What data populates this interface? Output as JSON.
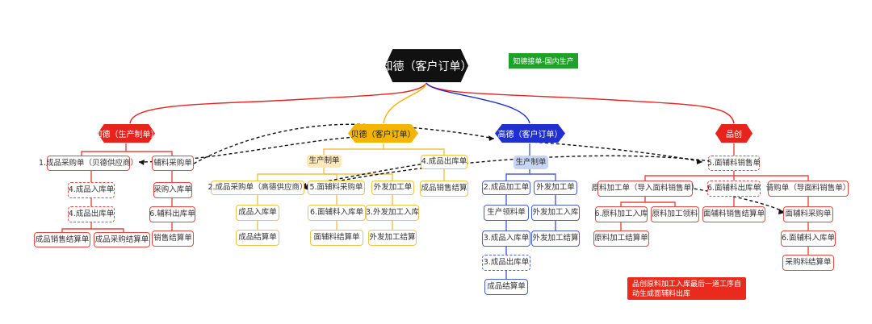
{
  "root": {
    "label": "知德（客户订单）"
  },
  "tag": {
    "label": "知德接单-国内生产"
  },
  "note": {
    "label": "品创原料加工入库最后一道工序自动生成面辅料出库"
  },
  "branches": {
    "a": {
      "label": "知德（生产制单）"
    },
    "b": {
      "label": "贝德（客户订单）"
    },
    "c": {
      "label": "高德（客户订单）"
    },
    "d": {
      "label": "品创"
    }
  },
  "nodes": {
    "a1": "1.成品采购单（贝德供应商）",
    "a2": "辅料采购单",
    "a3": "4.成品入库单",
    "a4": "4.成品出库单",
    "a5": "成品销售结算单",
    "a6": "成品采购结算单",
    "a7": "采购入库单",
    "a8": "6.辅料出库单",
    "a9": "销售结算单",
    "b0": "生产制单",
    "b1": "2.成品采购单（高德供应商）",
    "b2": "5.面辅料采购单",
    "b3": "外发加工单",
    "b4": "成品入库单",
    "b5": "成品结算单",
    "b6": "6.面辅料入库单",
    "b7": "面辅料结算单",
    "b8": "3.外发加工入库",
    "b9": "外发加工结算",
    "b10": "4.成品出库单",
    "b11": "成品销售结算",
    "c0": "生产制单",
    "c1": "2.成品加工单",
    "c2": "外发加工单",
    "c3": "生产领料单",
    "c4": "3.成品入库单",
    "c5": "3.成品出库单",
    "c6": "成品结算单",
    "c7": "外发加工入库",
    "c8": "外发加工结算",
    "d1": "5.面辅料销售单",
    "d2": "原料加工单（导入面料销售单）",
    "d3": "6.面辅料出库单",
    "d4": "请购单（导面料销售单）",
    "d5": "6.原料加工入库",
    "d6": "原料加工领料",
    "d7": "原料加工结算单",
    "d8": "面辅料销售结算单",
    "d9": "面辅料采购单",
    "d10": "6.面辅料入库单",
    "d11": "采购料结算单"
  }
}
